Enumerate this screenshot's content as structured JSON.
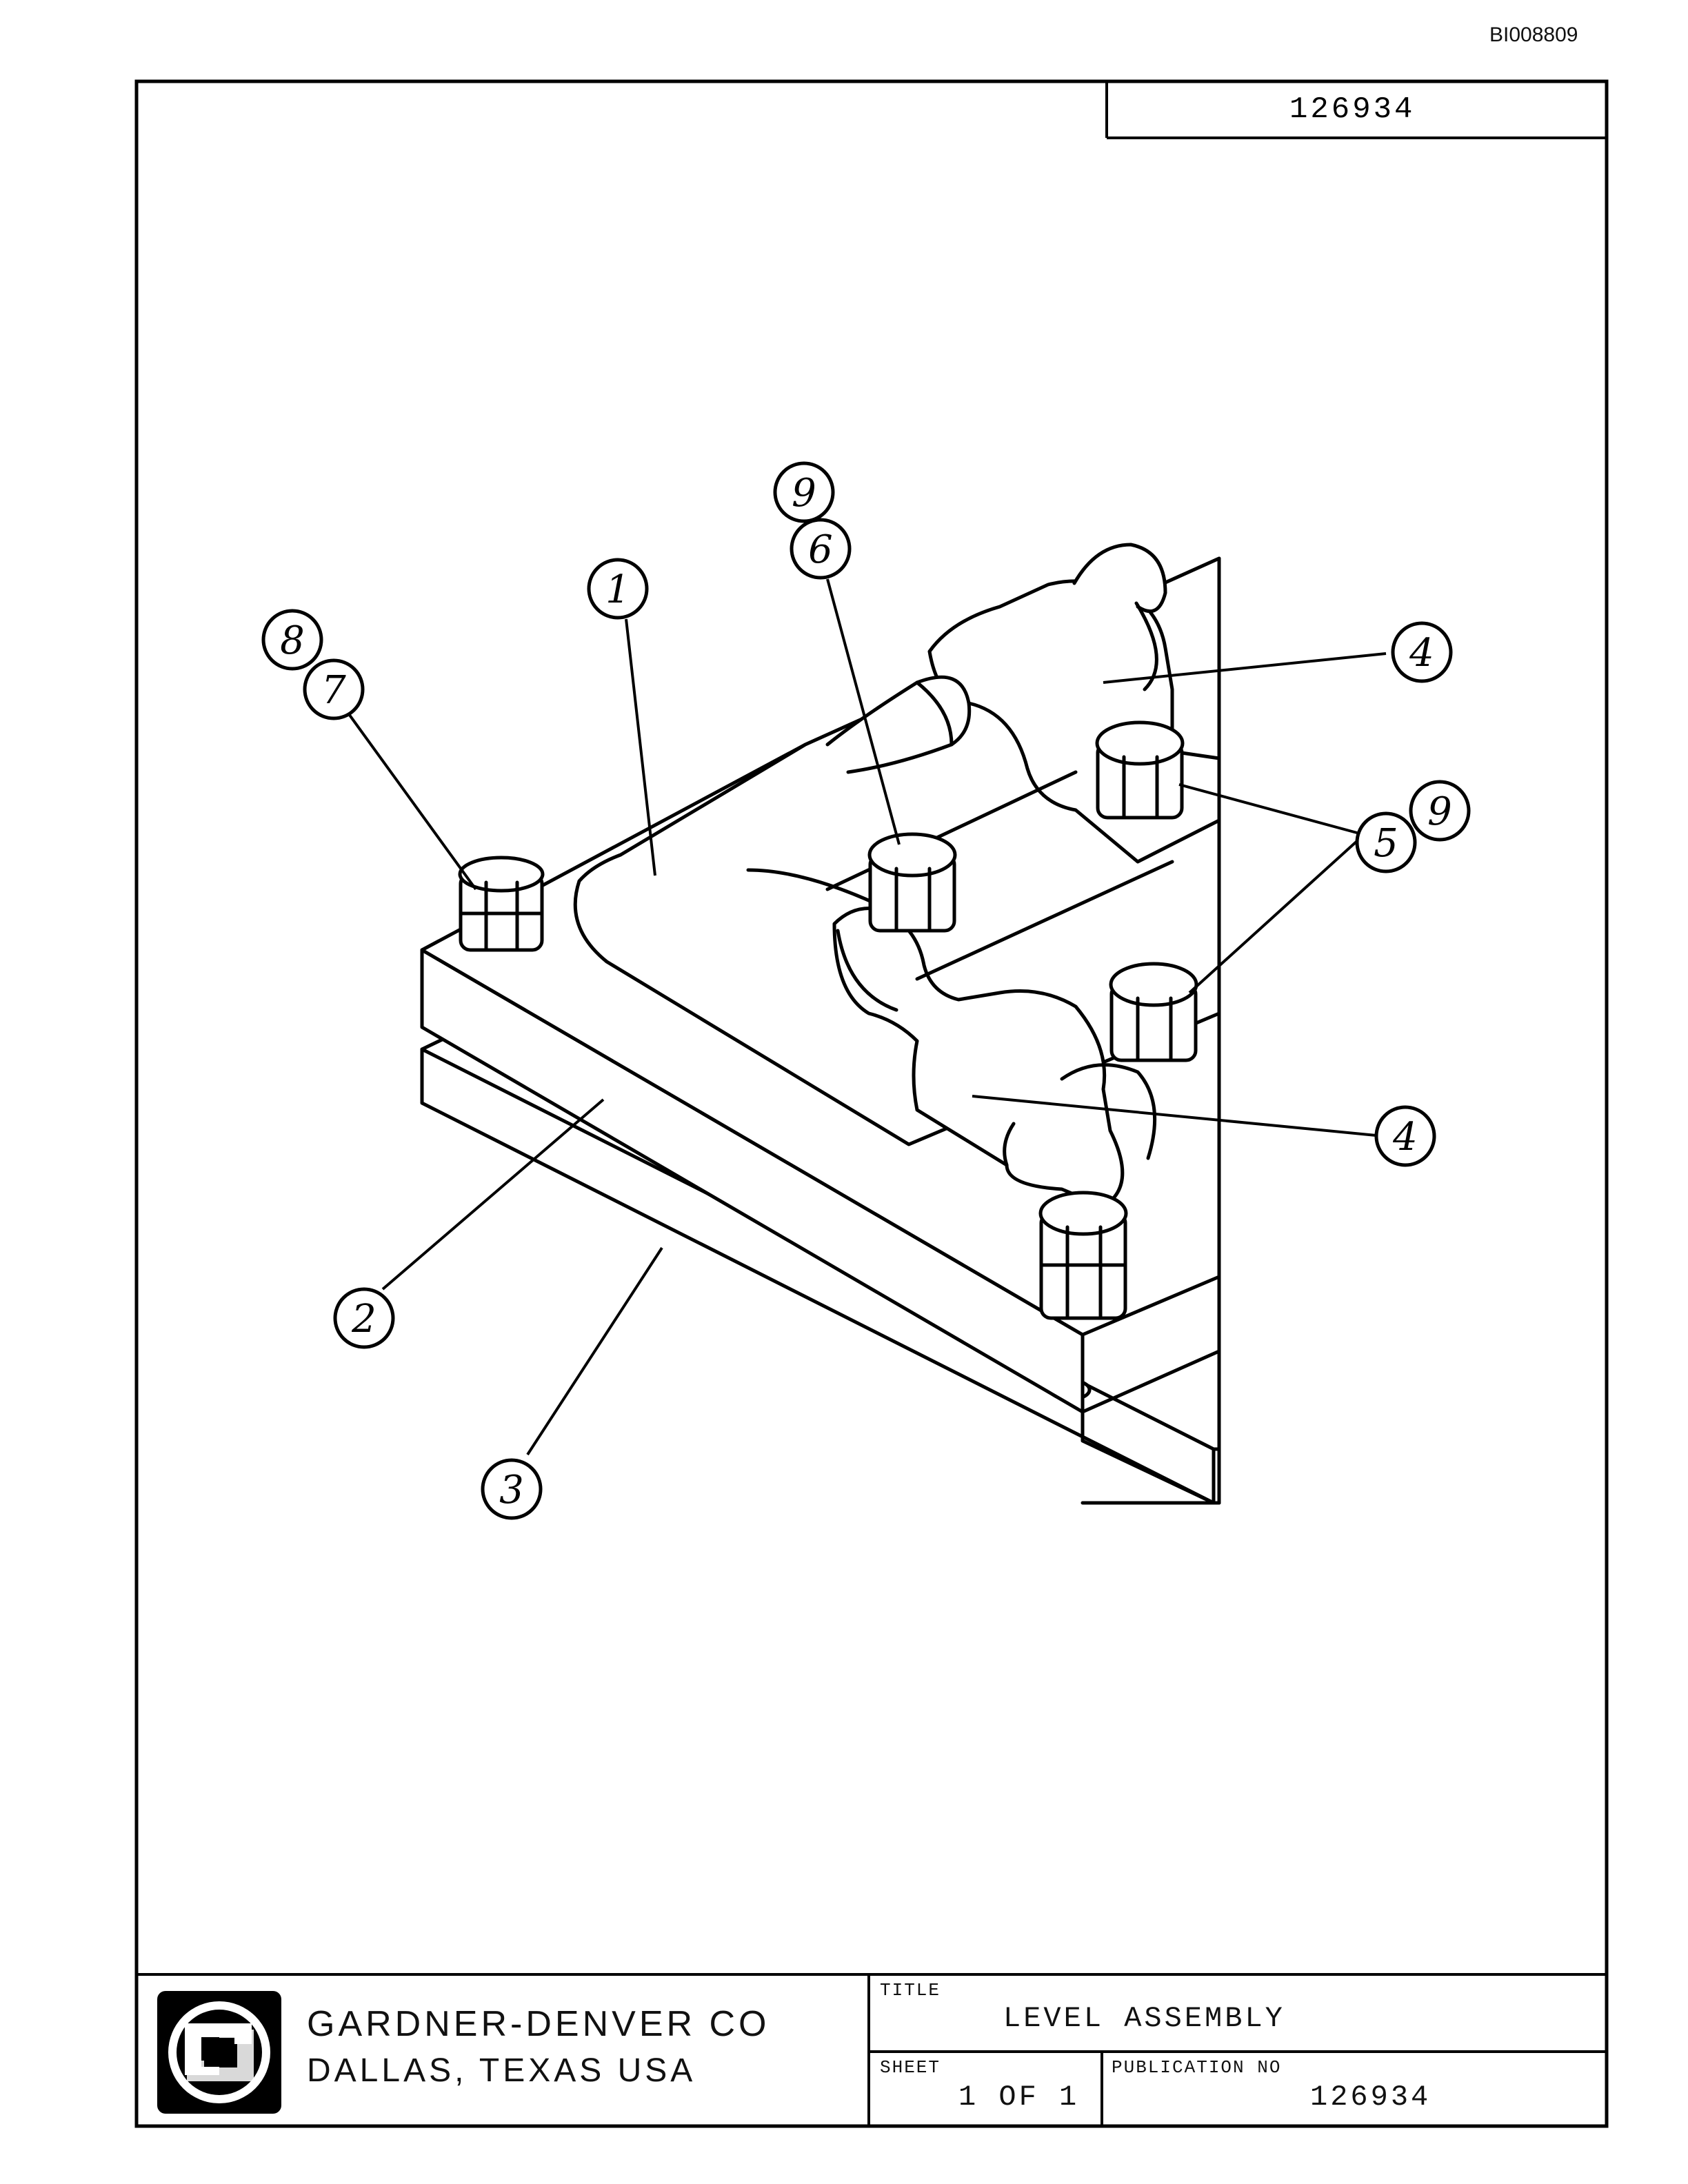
{
  "document_id": "BI008809",
  "drawing_number": "126934",
  "callouts": [
    "1",
    "2",
    "3",
    "4",
    "4",
    "5",
    "6",
    "7",
    "8",
    "9",
    "9"
  ],
  "title_block": {
    "company_name": "GARDNER-DENVER CO",
    "company_location": "DALLAS, TEXAS USA",
    "title_label": "TITLE",
    "title_value": "LEVEL ASSEMBLY",
    "sheet_label": "SHEET",
    "sheet_value": "1 OF 1",
    "publication_label": "PUBLICATION NO",
    "publication_value": "126934"
  }
}
